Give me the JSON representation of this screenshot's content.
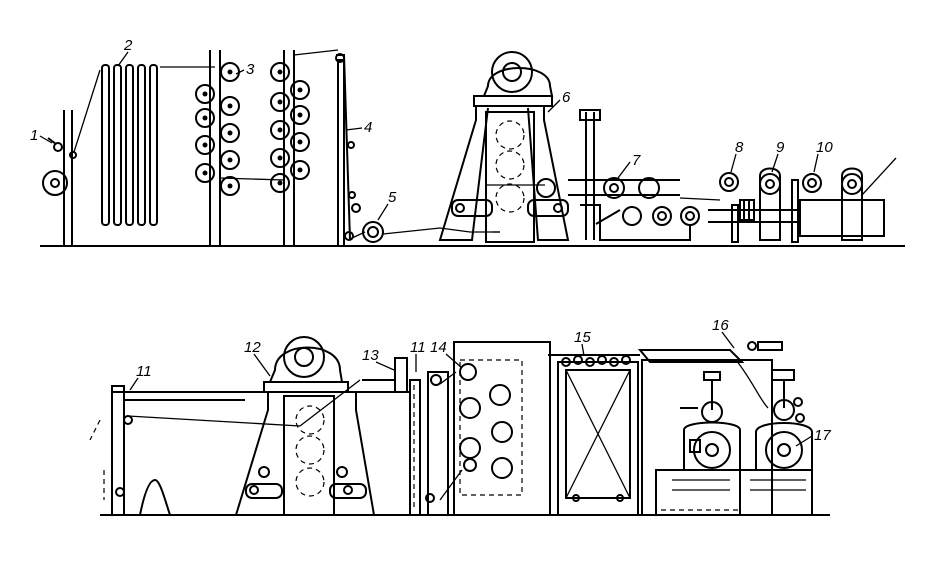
{
  "labels": {
    "top": [
      "1",
      "2",
      "3",
      "4",
      "5",
      "6",
      "7",
      "8",
      "9",
      "10"
    ],
    "bottom": [
      "11",
      "12",
      "13",
      "11",
      "14",
      "15",
      "16",
      "17"
    ]
  },
  "colors": {
    "ink": "#000000",
    "paper": "#ffffff"
  }
}
